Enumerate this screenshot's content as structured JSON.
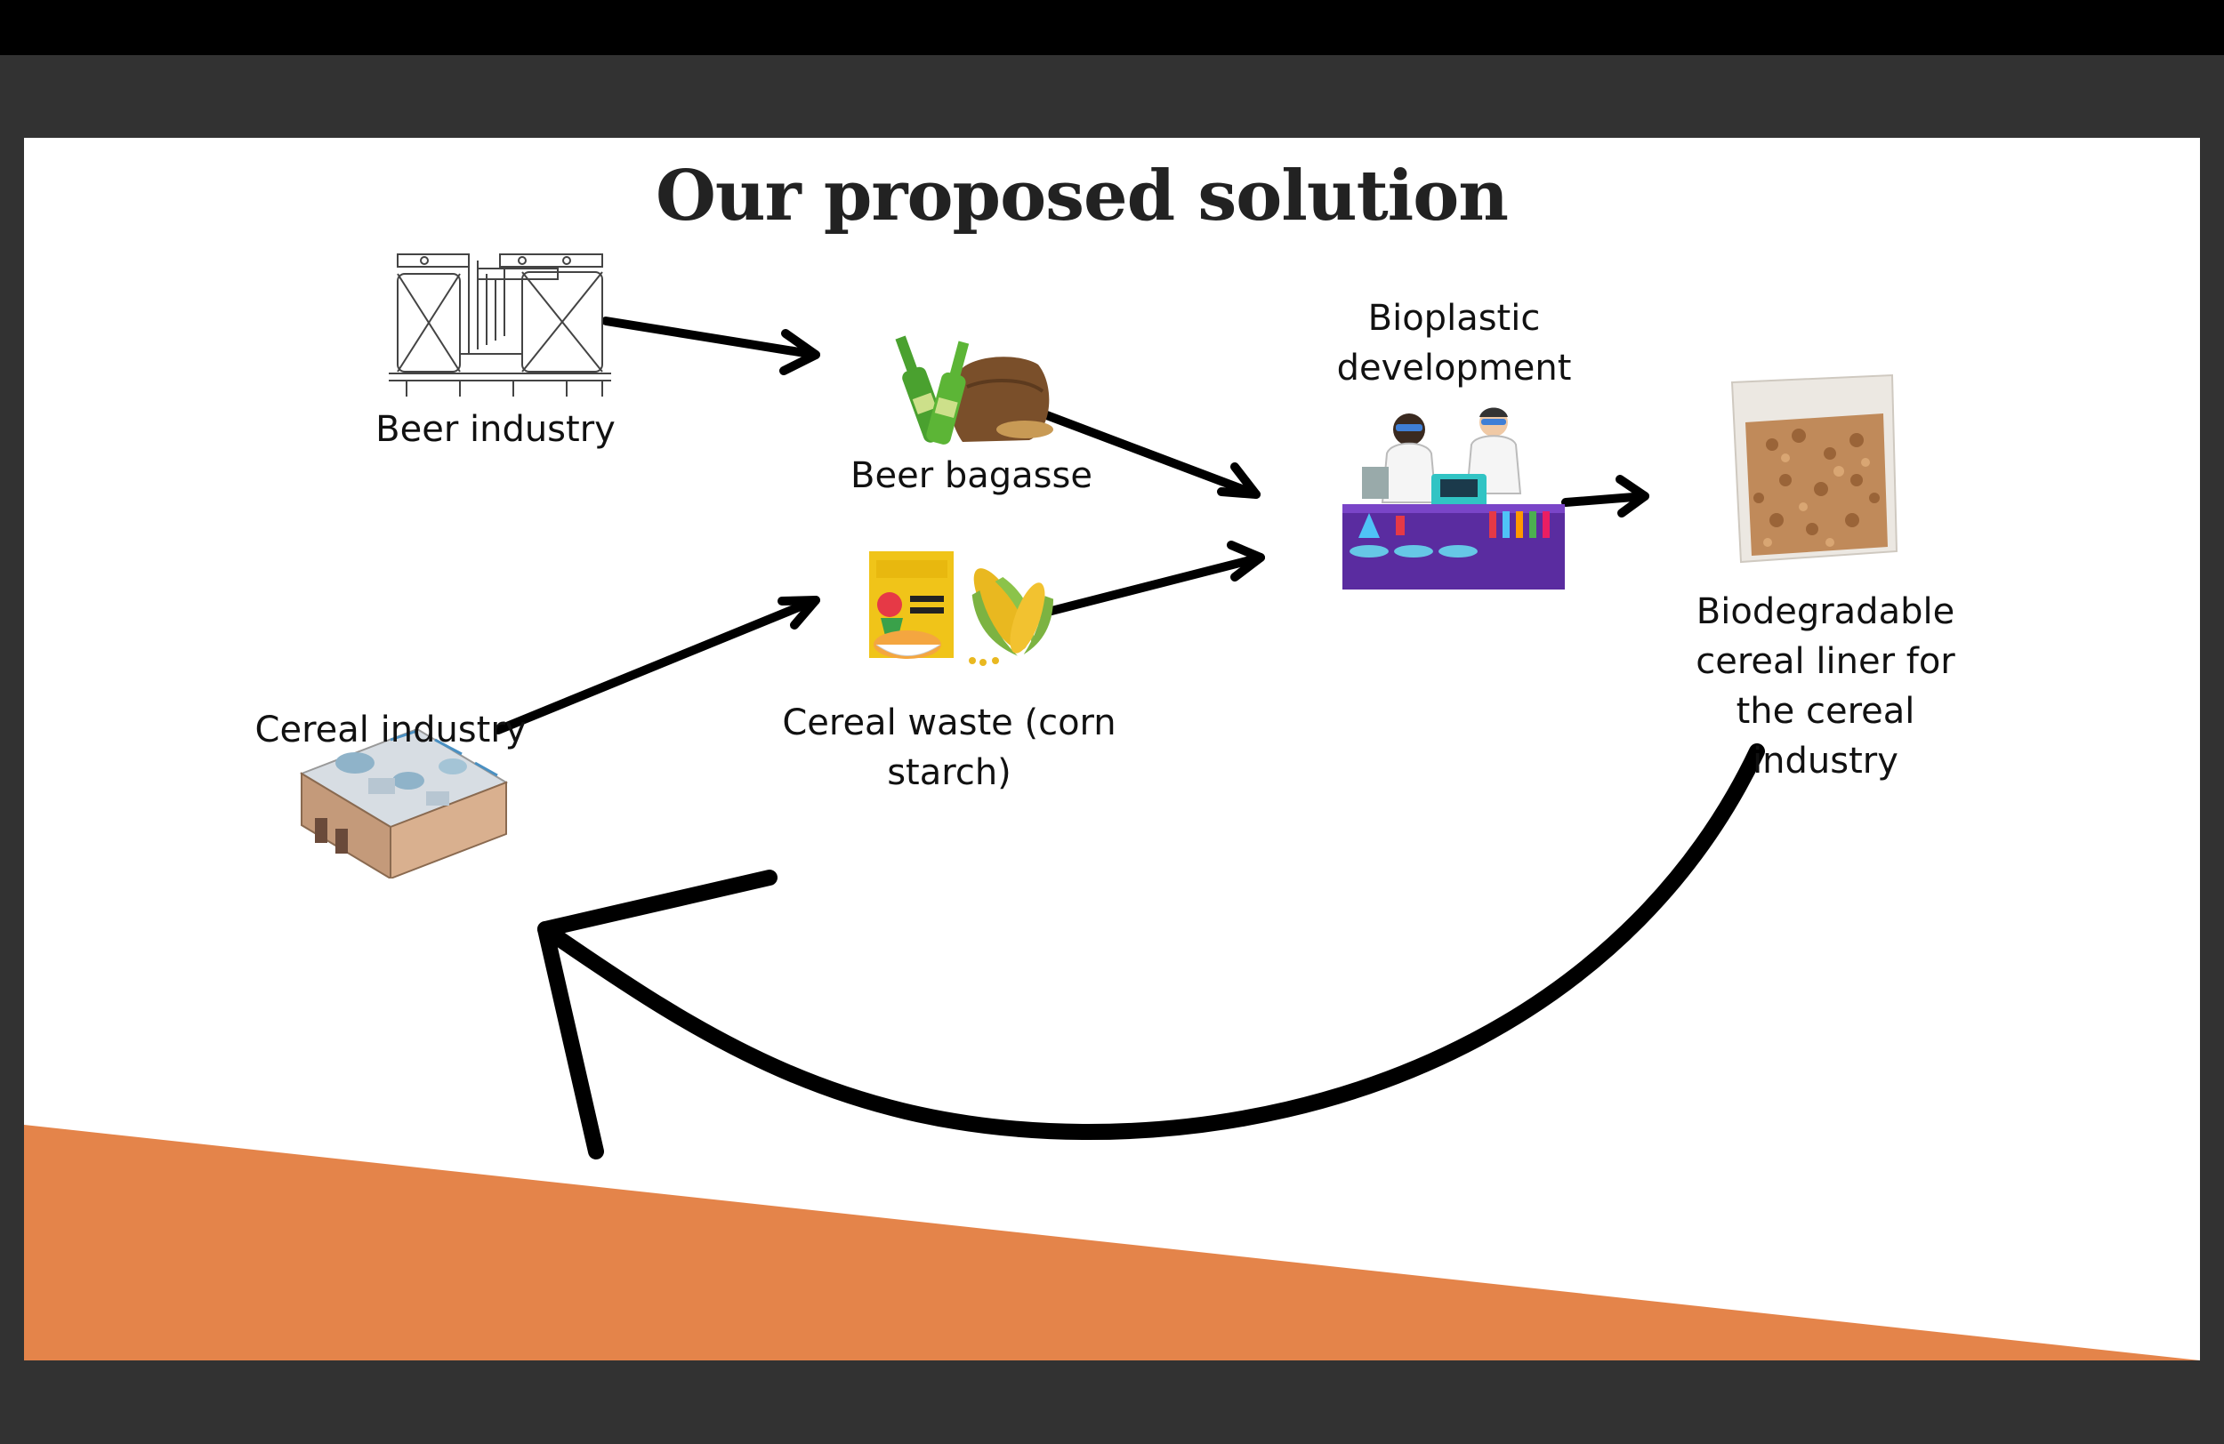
{
  "title": "Our proposed solution",
  "nodes": {
    "beer_industry": "Beer industry",
    "beer_bagasse": "Beer bagasse",
    "cereal_waste": "Cereal waste (corn starch)",
    "bioplastic": "Bioplastic development",
    "liner": "Biodegradable cereal liner for the cereal industry",
    "cereal_industry": "Cereal industry"
  },
  "colors": {
    "accent": "#E4844A",
    "frame": "#323232",
    "bar": "#000000",
    "arrow": "#000000"
  },
  "icons": {
    "beer_industry": "brewery-tanks-icon",
    "beer_bagasse": "beer-bottles-grain-sack-icon",
    "cereal_waste": "cereal-box-corn-icon",
    "bioplastic": "scientists-lab-icon",
    "liner": "cereal-bag-icon",
    "cereal_industry": "factory-icon"
  }
}
